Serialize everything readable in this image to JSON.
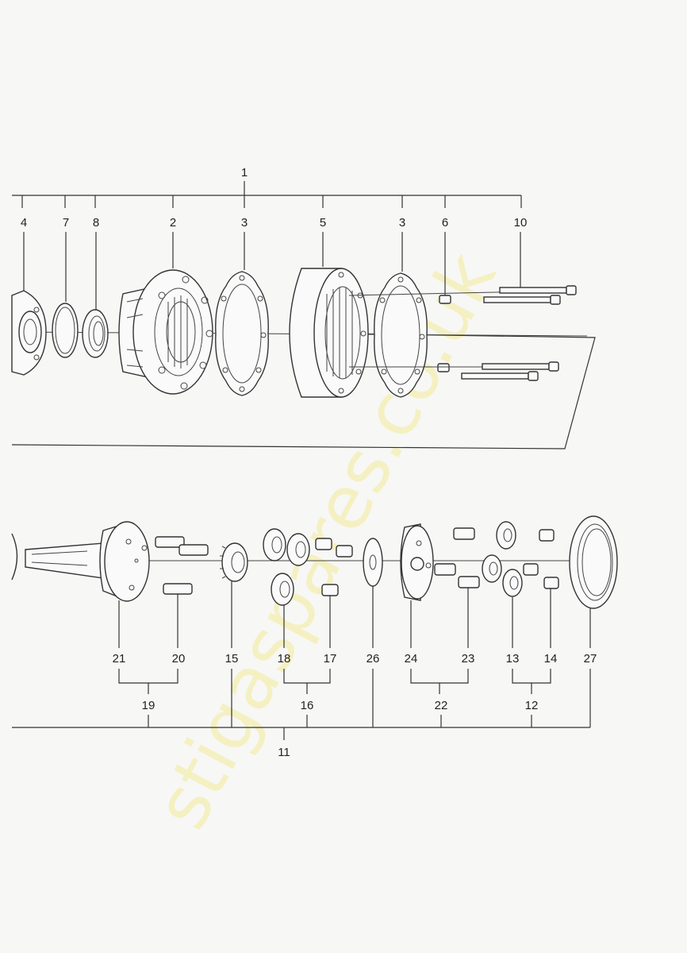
{
  "watermark": "stigaspares.co.uk",
  "callouts": {
    "c1": "1",
    "c2": "2",
    "c3a": "3",
    "c3b": "3",
    "c4": "4",
    "c5": "5",
    "c6": "6",
    "c7": "7",
    "c8": "8",
    "c10": "10",
    "c11": "11",
    "c12": "12",
    "c13": "13",
    "c14": "14",
    "c15": "15",
    "c16": "16",
    "c17": "17",
    "c18": "18",
    "c19": "19",
    "c20": "20",
    "c21": "21",
    "c22": "22",
    "c23": "23",
    "c24": "24",
    "c26": "26",
    "c27": "27"
  }
}
